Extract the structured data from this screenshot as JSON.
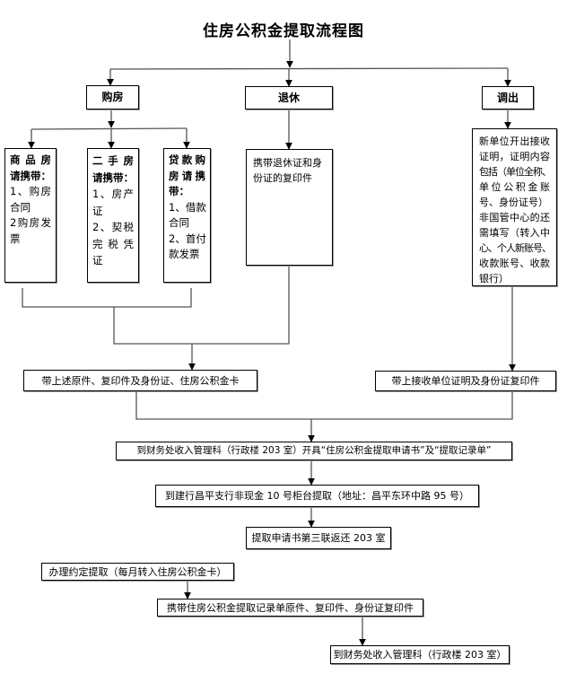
{
  "title": "住房公积金提取流程图",
  "categories": {
    "purchase": "购房",
    "retire": "退休",
    "transfer": "调出"
  },
  "purchase_types": [
    {
      "heading_lines": [
        "商品房",
        "请携带："
      ],
      "item_lines": [
        "1、购房",
        "合同",
        "2购房发",
        "票"
      ]
    },
    {
      "heading_lines": [
        "二手房",
        "请携带："
      ],
      "item_lines": [
        "1、房产",
        "证",
        "2、契税",
        "完税凭",
        "证"
      ]
    },
    {
      "heading_lines": [
        "贷款购",
        "房请携",
        "带："
      ],
      "item_lines": [
        "1、借款",
        "合同",
        "2、首付",
        "款发票"
      ]
    }
  ],
  "retire_box": {
    "lines": [
      "携带退休证和身",
      "份证的复印件"
    ]
  },
  "transfer_box": {
    "lines": [
      "新单位开出接收",
      "证明，证明内容",
      "包括（单位全称、",
      "单位公积金账",
      "号、身份证号）",
      "非国管中心的还",
      "需填写（转入中",
      "心、个人新账号、",
      "收款账号、收款",
      "银行）"
    ]
  },
  "steps": {
    "bring_originals": "带上述原件、复印件及身份证、住房公积金卡",
    "bring_transfer_proof": "带上接收单位证明及身份证复印件",
    "finance_office": "到财务处收入管理科（行政楼 203 室）开具“住房公积金提取申请书”及“提取记录单”",
    "bank_withdraw": "到建行昌平支行非现金 10 号柜台提取（地址：昌平东环中路 95 号）",
    "return_form": "提取申请书第三联返还 203 室",
    "scheduled_withdraw": "办理约定提取（每月转入住房公积金卡）",
    "bring_record": "携带住房公积金提取记录单原件、复印件、身份证复印件",
    "finance_office_final": "到财务处收入管理科（行政楼 203 室）"
  },
  "colors": {
    "connector": "#555555",
    "border": "#000000"
  }
}
